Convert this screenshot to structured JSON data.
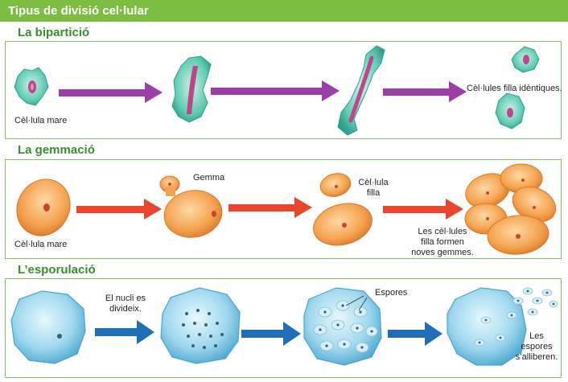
{
  "header": {
    "title": "Tipus de divisió cel·lular"
  },
  "sections": {
    "bipartition": {
      "title": "La bipartició",
      "mother_label": "Cèl·lula mare",
      "result_label": "Cèl·lules filla idèntiques."
    },
    "budding": {
      "title": "La gemmació",
      "mother_label": "Cèl·lula mare",
      "bud_label": "Gemma",
      "daughter_label_1": "Cèl·lula",
      "daughter_label_2": "filla",
      "result_label_1": "Les cèl·lules",
      "result_label_2": "filla formen",
      "result_label_3": "noves gemmes."
    },
    "sporulation": {
      "title": "L’esporulació",
      "nucleus_label_1": "El nucli es",
      "nucleus_label_2": "divideix.",
      "spores_label": "Espores",
      "release_label_1": "Les",
      "release_label_2": "espores",
      "release_label_3": "s’alliberen."
    }
  },
  "colors": {
    "header_green": "#7cbd42",
    "title_green": "#3a8c2e",
    "panel_border": "#88c057",
    "purple_arrow": "#9b3fa6",
    "red_arrow": "#e8452c",
    "blue_arrow": "#1e6fb8",
    "teal_cell": "#5ec9b3",
    "orange_cell": "#f39c4a",
    "blue_cell": "#7cc8e6"
  }
}
